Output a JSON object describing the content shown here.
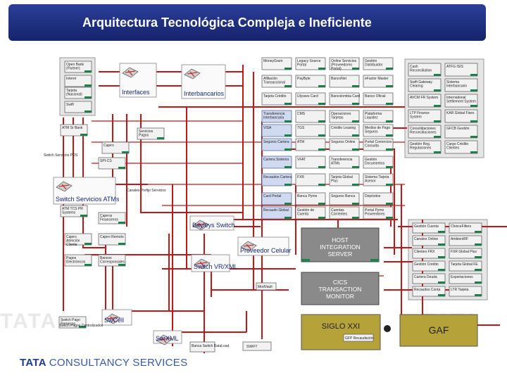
{
  "slide": {
    "title": "Arquitectura Tecnológica  Compleja e Ineficiente",
    "footer_brand": "TATA",
    "footer_name": "CONSULTANCY SERVICES",
    "watermark": "TATA"
  },
  "colors": {
    "title_bg": "#1e2d80",
    "connector": "#c01818",
    "tab": "#1e7f4c",
    "host": "#8a8a8a",
    "gaf": "#b5a33a"
  },
  "core": {
    "host": [
      "HOST",
      "INTEGRATION",
      "SERVER"
    ],
    "cics": [
      "CICS",
      "TRANSACTION",
      "MONITOR"
    ],
    "siglo": "SIGLO XXI",
    "gaf": "GAF"
  },
  "hubs": {
    "interfaces": "Interfaces",
    "interbancarios": "Interbancarios",
    "switch_atms": "Switch Servicios ATMs",
    "sw_cell": "SwCell",
    "ser_xml": "SerXML",
    "switch_vrxml": "Switch VR/XML",
    "bayleys": "Bayleys Switch",
    "proveedor_celular": "Proveedor Celular"
  },
  "small_boxes": [
    "MoneyGram",
    "Legacy Source Portal",
    "Online Servicios (Proveedores Portal)",
    "Gestión Distribuidor",
    "Afiliación Transaccional",
    "PayByte",
    "BancoNet",
    "eFactor Master",
    "Tarjeta Crédito",
    "Ulysses Card",
    "Bancolombia Card",
    "Banco Oficial",
    "Transferencia Interbancaria",
    "CMS",
    "Operaciones Tarjetas",
    "Plataforma Liquidez",
    "VISA",
    "TGS",
    "Crédito Leasing",
    "Medios de Pago Seguros",
    "Seguros Cartera",
    "ATM",
    "Seguros Online",
    "Portal Comercios Consulta",
    "Cartera Sistema",
    "VFAT",
    "Transferencia ATMs",
    "Gestión Documentos",
    "Recaudos Cartera",
    "FXR",
    "Tarjeta Global Plus",
    "Sistema Tarjeta Asesor",
    "Card Portal",
    "Banca Pyme",
    "Seguros Banca",
    "Depósitos",
    "Recaudo Global",
    "Gestión de Cuenta",
    "Cuentas Corrientes",
    "Portal Pyme Proveedores"
  ],
  "left_column": [
    "Open Bank (Partner)",
    "Interet",
    "Tarjeta (Nacional)",
    "Swift",
    "ATM Sr Bank",
    "Cajero",
    "Servicios Pagos",
    "SPI-CS",
    "ATM TCS PR Systems",
    "Cajeros Financieros",
    "Cajero Atención Cliente",
    "Cajero Remoto",
    "Pagos Electrónicos",
    "Bancos Corresponsales",
    "Switch Pago Remesas"
  ],
  "right_column": [
    "Cash Reconciliation",
    "ATFG ISIS",
    "Swift Gateway Clearing",
    "Sistema Interbancario",
    "AVCM FR System",
    "International Settlement System",
    "LTP Finance System",
    "KAR Global Fixes",
    "Consolidaciones Reconciliaciones",
    "GFCB Gestión",
    "Gestión Reg. Regulaciones",
    "Cargo Crédito Clientes"
  ],
  "right_core": [
    "Gestión Cuenta",
    "ChoiceFilters",
    "Canales Online",
    "AmbientRF",
    "Clientes FRX",
    "FXR Global Plus",
    "Gestión Crédito",
    "Tarjeta Global FE",
    "Cartera Deuda",
    "Exportaciones",
    "Recaudos Conta",
    "LTR Tarjeta"
  ],
  "labels": {
    "mainframe_tag": "ModVault",
    "ganancias": "GFP Recaudación",
    "swift": "SWIFT",
    "internal_switch": "Banca Switch DataLoad",
    "cajeros_left": "Canales Prefijo Servicios",
    "pos_left": "Switch Servicios POS",
    "switch_pago": "Switch Pagos Centralizados"
  }
}
